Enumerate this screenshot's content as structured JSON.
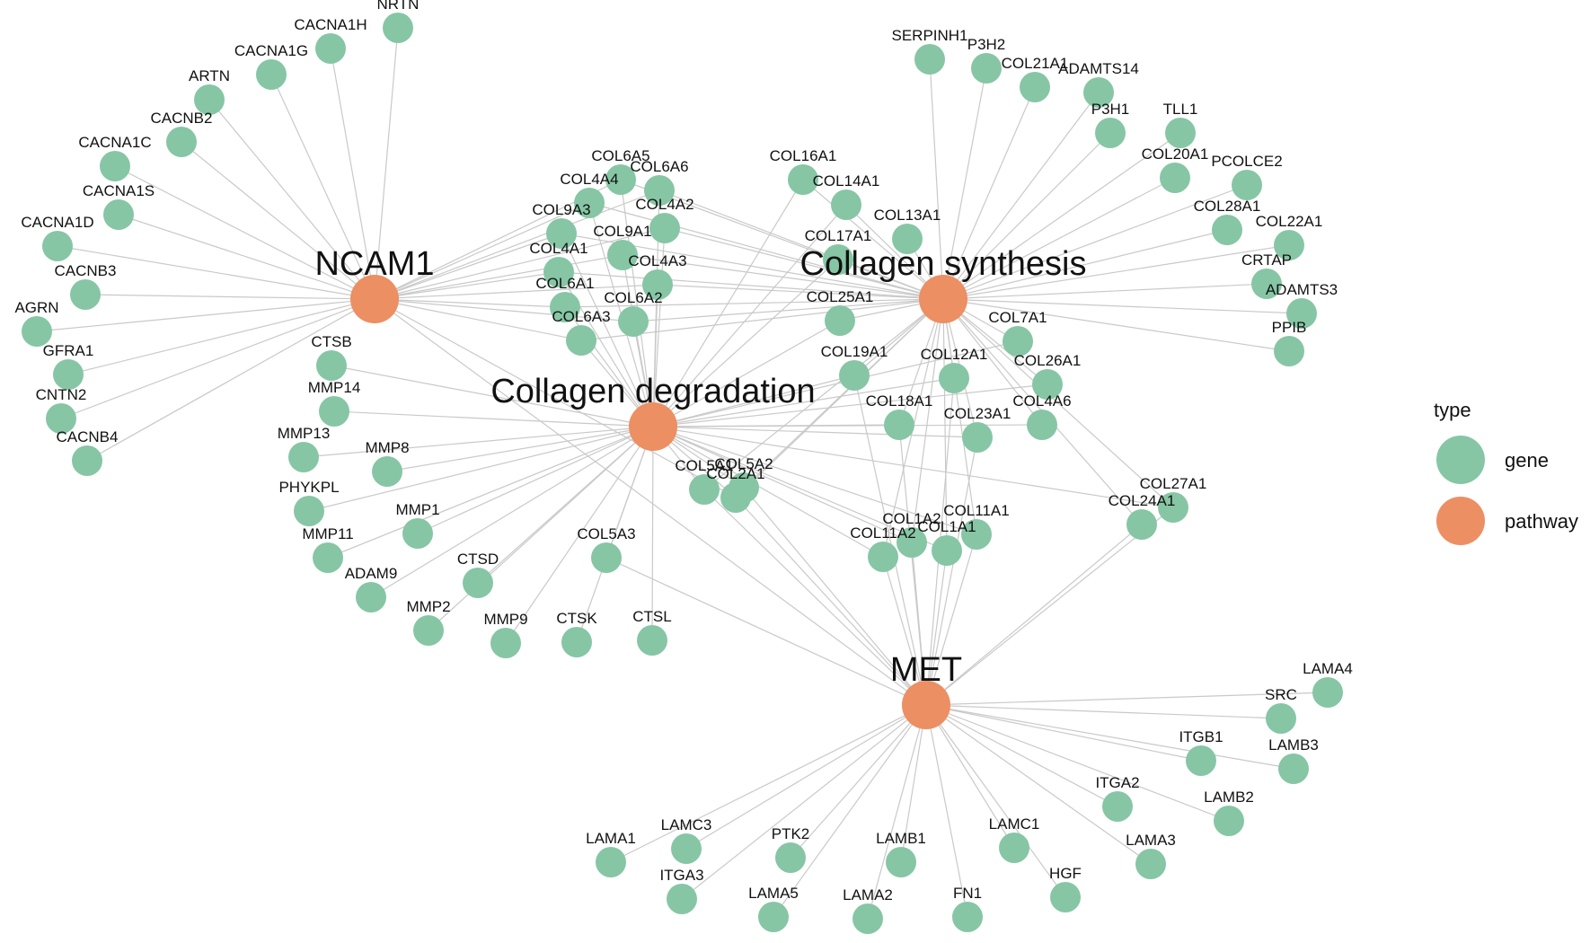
{
  "colors": {
    "gene": "#86c6a5",
    "pathway": "#ec8f63",
    "edge": "#c9c9c9"
  },
  "legend": {
    "title": "type",
    "items": [
      {
        "type": "gene",
        "label": "gene"
      },
      {
        "type": "pathway",
        "label": "pathway"
      }
    ]
  },
  "pathways": [
    "NCAM1",
    "Collagen synthesis",
    "Collagen degradation",
    "MET"
  ],
  "genes": [
    "NRTN",
    "CACNA1H",
    "CACNA1G",
    "ARTN",
    "CACNB2",
    "CACNA1C",
    "CACNA1S",
    "CACNA1D",
    "CACNB3",
    "AGRN",
    "GFRA1",
    "CNTN2",
    "CACNB4",
    "COL6A5",
    "COL6A6",
    "COL4A4",
    "COL4A2",
    "COL9A3",
    "COL9A1",
    "COL4A1",
    "COL4A3",
    "COL6A1",
    "COL6A2",
    "COL6A3",
    "COL16A1",
    "COL14A1",
    "COL13A1",
    "COL17A1",
    "COL25A1",
    "SERPINH1",
    "P3H2",
    "COL21A1",
    "ADAMTS14",
    "P3H1",
    "TLL1",
    "COL20A1",
    "PCOLCE2",
    "COL28A1",
    "COL22A1",
    "CRTAP",
    "ADAMTS3",
    "PPIB",
    "COL7A1",
    "COL19A1",
    "COL12A1",
    "COL26A1",
    "COL18A1",
    "COL23A1",
    "COL4A6",
    "CTSB",
    "MMP14",
    "MMP13",
    "MMP8",
    "PHYKPL",
    "MMP1",
    "MMP11",
    "ADAM9",
    "CTSD",
    "MMP2",
    "MMP9",
    "CTSK",
    "CTSL",
    "COL5A3",
    "COL5A2",
    "COL5A1",
    "COL2A1",
    "COL1A2",
    "COL11A1",
    "COL11A2",
    "COL1A1",
    "COL27A1",
    "COL24A1",
    "LAMA4",
    "SRC",
    "ITGB1",
    "LAMB3",
    "ITGA2",
    "LAMB2",
    "LAMA3",
    "LAMA1",
    "LAMC3",
    "PTK2",
    "LAMB1",
    "LAMC1",
    "HGF",
    "ITGA3",
    "LAMA5",
    "LAMA2",
    "FN1"
  ],
  "edges": [
    [
      "NCAM1",
      "NRTN"
    ],
    [
      "NCAM1",
      "CACNA1H"
    ],
    [
      "NCAM1",
      "CACNA1G"
    ],
    [
      "NCAM1",
      "ARTN"
    ],
    [
      "NCAM1",
      "CACNB2"
    ],
    [
      "NCAM1",
      "CACNA1C"
    ],
    [
      "NCAM1",
      "CACNA1S"
    ],
    [
      "NCAM1",
      "CACNA1D"
    ],
    [
      "NCAM1",
      "CACNB3"
    ],
    [
      "NCAM1",
      "AGRN"
    ],
    [
      "NCAM1",
      "GFRA1"
    ],
    [
      "NCAM1",
      "CNTN2"
    ],
    [
      "NCAM1",
      "CACNB4"
    ],
    [
      "NCAM1",
      "COL6A5"
    ],
    [
      "NCAM1",
      "COL6A6"
    ],
    [
      "NCAM1",
      "COL4A4"
    ],
    [
      "NCAM1",
      "COL4A2"
    ],
    [
      "NCAM1",
      "COL9A3"
    ],
    [
      "NCAM1",
      "COL9A1"
    ],
    [
      "NCAM1",
      "COL4A1"
    ],
    [
      "NCAM1",
      "COL4A3"
    ],
    [
      "NCAM1",
      "COL6A1"
    ],
    [
      "NCAM1",
      "COL6A2"
    ],
    [
      "NCAM1",
      "COL6A3"
    ],
    [
      "NCAM1",
      "COL2A1"
    ],
    [
      "Collagen synthesis",
      "COL6A5"
    ],
    [
      "Collagen synthesis",
      "COL6A6"
    ],
    [
      "Collagen synthesis",
      "COL4A4"
    ],
    [
      "Collagen synthesis",
      "COL4A2"
    ],
    [
      "Collagen synthesis",
      "COL9A3"
    ],
    [
      "Collagen synthesis",
      "COL9A1"
    ],
    [
      "Collagen synthesis",
      "COL4A1"
    ],
    [
      "Collagen synthesis",
      "COL4A3"
    ],
    [
      "Collagen synthesis",
      "COL6A1"
    ],
    [
      "Collagen synthesis",
      "COL6A2"
    ],
    [
      "Collagen synthesis",
      "COL6A3"
    ],
    [
      "Collagen synthesis",
      "COL16A1"
    ],
    [
      "Collagen synthesis",
      "COL14A1"
    ],
    [
      "Collagen synthesis",
      "COL13A1"
    ],
    [
      "Collagen synthesis",
      "COL17A1"
    ],
    [
      "Collagen synthesis",
      "COL25A1"
    ],
    [
      "Collagen synthesis",
      "SERPINH1"
    ],
    [
      "Collagen synthesis",
      "P3H2"
    ],
    [
      "Collagen synthesis",
      "COL21A1"
    ],
    [
      "Collagen synthesis",
      "ADAMTS14"
    ],
    [
      "Collagen synthesis",
      "P3H1"
    ],
    [
      "Collagen synthesis",
      "TLL1"
    ],
    [
      "Collagen synthesis",
      "COL20A1"
    ],
    [
      "Collagen synthesis",
      "PCOLCE2"
    ],
    [
      "Collagen synthesis",
      "COL28A1"
    ],
    [
      "Collagen synthesis",
      "COL22A1"
    ],
    [
      "Collagen synthesis",
      "CRTAP"
    ],
    [
      "Collagen synthesis",
      "ADAMTS3"
    ],
    [
      "Collagen synthesis",
      "PPIB"
    ],
    [
      "Collagen synthesis",
      "COL7A1"
    ],
    [
      "Collagen synthesis",
      "COL19A1"
    ],
    [
      "Collagen synthesis",
      "COL12A1"
    ],
    [
      "Collagen synthesis",
      "COL26A1"
    ],
    [
      "Collagen synthesis",
      "COL18A1"
    ],
    [
      "Collagen synthesis",
      "COL23A1"
    ],
    [
      "Collagen synthesis",
      "COL4A6"
    ],
    [
      "Collagen synthesis",
      "COL5A2"
    ],
    [
      "Collagen synthesis",
      "COL5A1"
    ],
    [
      "Collagen synthesis",
      "COL2A1"
    ],
    [
      "Collagen synthesis",
      "COL1A2"
    ],
    [
      "Collagen synthesis",
      "COL11A1"
    ],
    [
      "Collagen synthesis",
      "COL11A2"
    ],
    [
      "Collagen synthesis",
      "COL1A1"
    ],
    [
      "Collagen synthesis",
      "COL27A1"
    ],
    [
      "Collagen synthesis",
      "COL24A1"
    ],
    [
      "Collagen degradation",
      "COL6A5"
    ],
    [
      "Collagen degradation",
      "COL6A6"
    ],
    [
      "Collagen degradation",
      "COL4A4"
    ],
    [
      "Collagen degradation",
      "COL4A2"
    ],
    [
      "Collagen degradation",
      "COL9A3"
    ],
    [
      "Collagen degradation",
      "COL9A1"
    ],
    [
      "Collagen degradation",
      "COL4A1"
    ],
    [
      "Collagen degradation",
      "COL4A3"
    ],
    [
      "Collagen degradation",
      "COL6A1"
    ],
    [
      "Collagen degradation",
      "COL6A2"
    ],
    [
      "Collagen degradation",
      "COL6A3"
    ],
    [
      "Collagen degradation",
      "COL16A1"
    ],
    [
      "Collagen degradation",
      "COL14A1"
    ],
    [
      "Collagen degradation",
      "COL17A1"
    ],
    [
      "Collagen degradation",
      "COL25A1"
    ],
    [
      "Collagen degradation",
      "COL7A1"
    ],
    [
      "Collagen degradation",
      "COL19A1"
    ],
    [
      "Collagen degradation",
      "COL12A1"
    ],
    [
      "Collagen degradation",
      "COL26A1"
    ],
    [
      "Collagen degradation",
      "COL18A1"
    ],
    [
      "Collagen degradation",
      "COL23A1"
    ],
    [
      "Collagen degradation",
      "COL4A6"
    ],
    [
      "Collagen degradation",
      "CTSB"
    ],
    [
      "Collagen degradation",
      "MMP14"
    ],
    [
      "Collagen degradation",
      "MMP13"
    ],
    [
      "Collagen degradation",
      "MMP8"
    ],
    [
      "Collagen degradation",
      "PHYKPL"
    ],
    [
      "Collagen degradation",
      "MMP1"
    ],
    [
      "Collagen degradation",
      "MMP11"
    ],
    [
      "Collagen degradation",
      "ADAM9"
    ],
    [
      "Collagen degradation",
      "CTSD"
    ],
    [
      "Collagen degradation",
      "MMP2"
    ],
    [
      "Collagen degradation",
      "MMP9"
    ],
    [
      "Collagen degradation",
      "CTSK"
    ],
    [
      "Collagen degradation",
      "CTSL"
    ],
    [
      "Collagen degradation",
      "COL5A3"
    ],
    [
      "Collagen degradation",
      "COL5A2"
    ],
    [
      "Collagen degradation",
      "COL5A1"
    ],
    [
      "Collagen degradation",
      "COL2A1"
    ],
    [
      "Collagen degradation",
      "COL1A2"
    ],
    [
      "Collagen degradation",
      "COL11A1"
    ],
    [
      "Collagen degradation",
      "COL11A2"
    ],
    [
      "Collagen degradation",
      "COL1A1"
    ],
    [
      "Collagen degradation",
      "COL27A1"
    ],
    [
      "MET",
      "NCAM1"
    ],
    [
      "MET",
      "COL5A3"
    ],
    [
      "MET",
      "COL5A2"
    ],
    [
      "MET",
      "COL5A1"
    ],
    [
      "MET",
      "COL2A1"
    ],
    [
      "MET",
      "COL1A2"
    ],
    [
      "MET",
      "COL11A1"
    ],
    [
      "MET",
      "COL11A2"
    ],
    [
      "MET",
      "COL1A1"
    ],
    [
      "MET",
      "COL27A1"
    ],
    [
      "MET",
      "COL24A1"
    ],
    [
      "MET",
      "COL18A1"
    ],
    [
      "MET",
      "COL23A1"
    ],
    [
      "MET",
      "COL12A1"
    ],
    [
      "MET",
      "COL19A1"
    ],
    [
      "MET",
      "LAMA4"
    ],
    [
      "MET",
      "SRC"
    ],
    [
      "MET",
      "ITGB1"
    ],
    [
      "MET",
      "LAMB3"
    ],
    [
      "MET",
      "ITGA2"
    ],
    [
      "MET",
      "LAMB2"
    ],
    [
      "MET",
      "LAMA3"
    ],
    [
      "MET",
      "LAMA1"
    ],
    [
      "MET",
      "LAMC3"
    ],
    [
      "MET",
      "PTK2"
    ],
    [
      "MET",
      "LAMB1"
    ],
    [
      "MET",
      "LAMC1"
    ],
    [
      "MET",
      "HGF"
    ],
    [
      "MET",
      "ITGA3"
    ],
    [
      "MET",
      "LAMA5"
    ],
    [
      "MET",
      "LAMA2"
    ],
    [
      "MET",
      "FN1"
    ]
  ]
}
